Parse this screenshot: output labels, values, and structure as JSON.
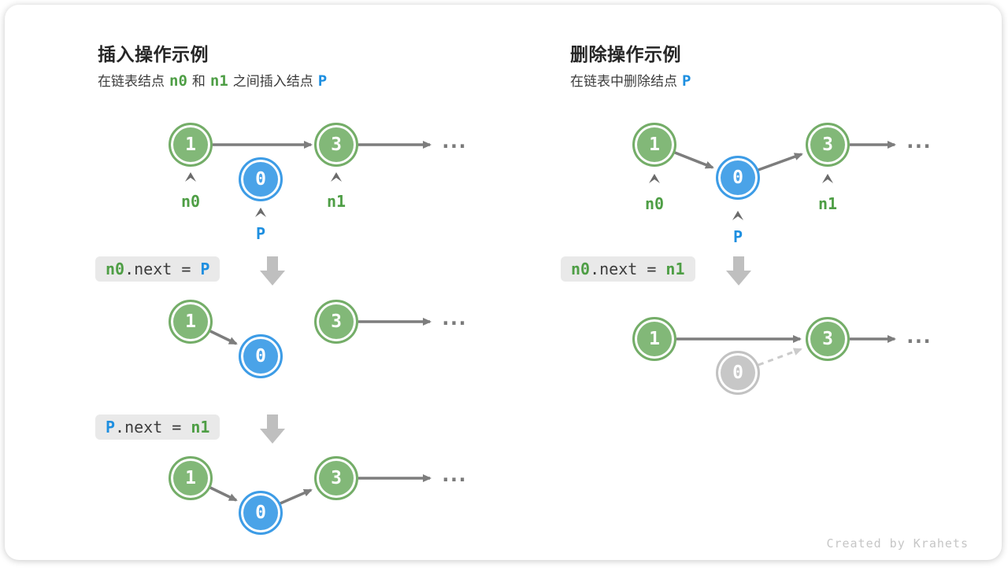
{
  "insert_panel": {
    "title": "插入操作示例",
    "subtitle": {
      "part1": "在链表结点",
      "token_n0": "n0",
      "part2": "和",
      "token_n1": "n1",
      "part3": "之间插入结点",
      "token_p": "P"
    },
    "code_step1": {
      "lhs": "n0",
      "mid": ".next = ",
      "rhs": "P"
    },
    "code_step2": {
      "lhs": "P",
      "mid": ".next = ",
      "rhs": "n1"
    }
  },
  "delete_panel": {
    "title": "删除操作示例",
    "subtitle": {
      "part1": "在链表中删除结点",
      "token_p": "P"
    },
    "code_step1": {
      "lhs": "n0",
      "mid": ".next = ",
      "rhs": "n1"
    }
  },
  "nodes": {
    "first": "1",
    "inserted": "0",
    "third": "3"
  },
  "pointer_labels": {
    "n0": "n0",
    "n1": "n1",
    "p": "P"
  },
  "ellipsis": "...",
  "footer": {
    "credit": "Created by Krahets"
  },
  "colors": {
    "node_green": "#82b878",
    "node_blue": "#4aa3e8",
    "node_gray": "#c7c7c7",
    "arrow_gray": "#7d7d7d",
    "dashed_arrow_gray": "#cbcbcb",
    "block_arrow_gray": "#bfbfbf",
    "code_background": "#e9e9e9",
    "token_green": "#4e9e45",
    "token_blue": "#1e8fe0"
  }
}
